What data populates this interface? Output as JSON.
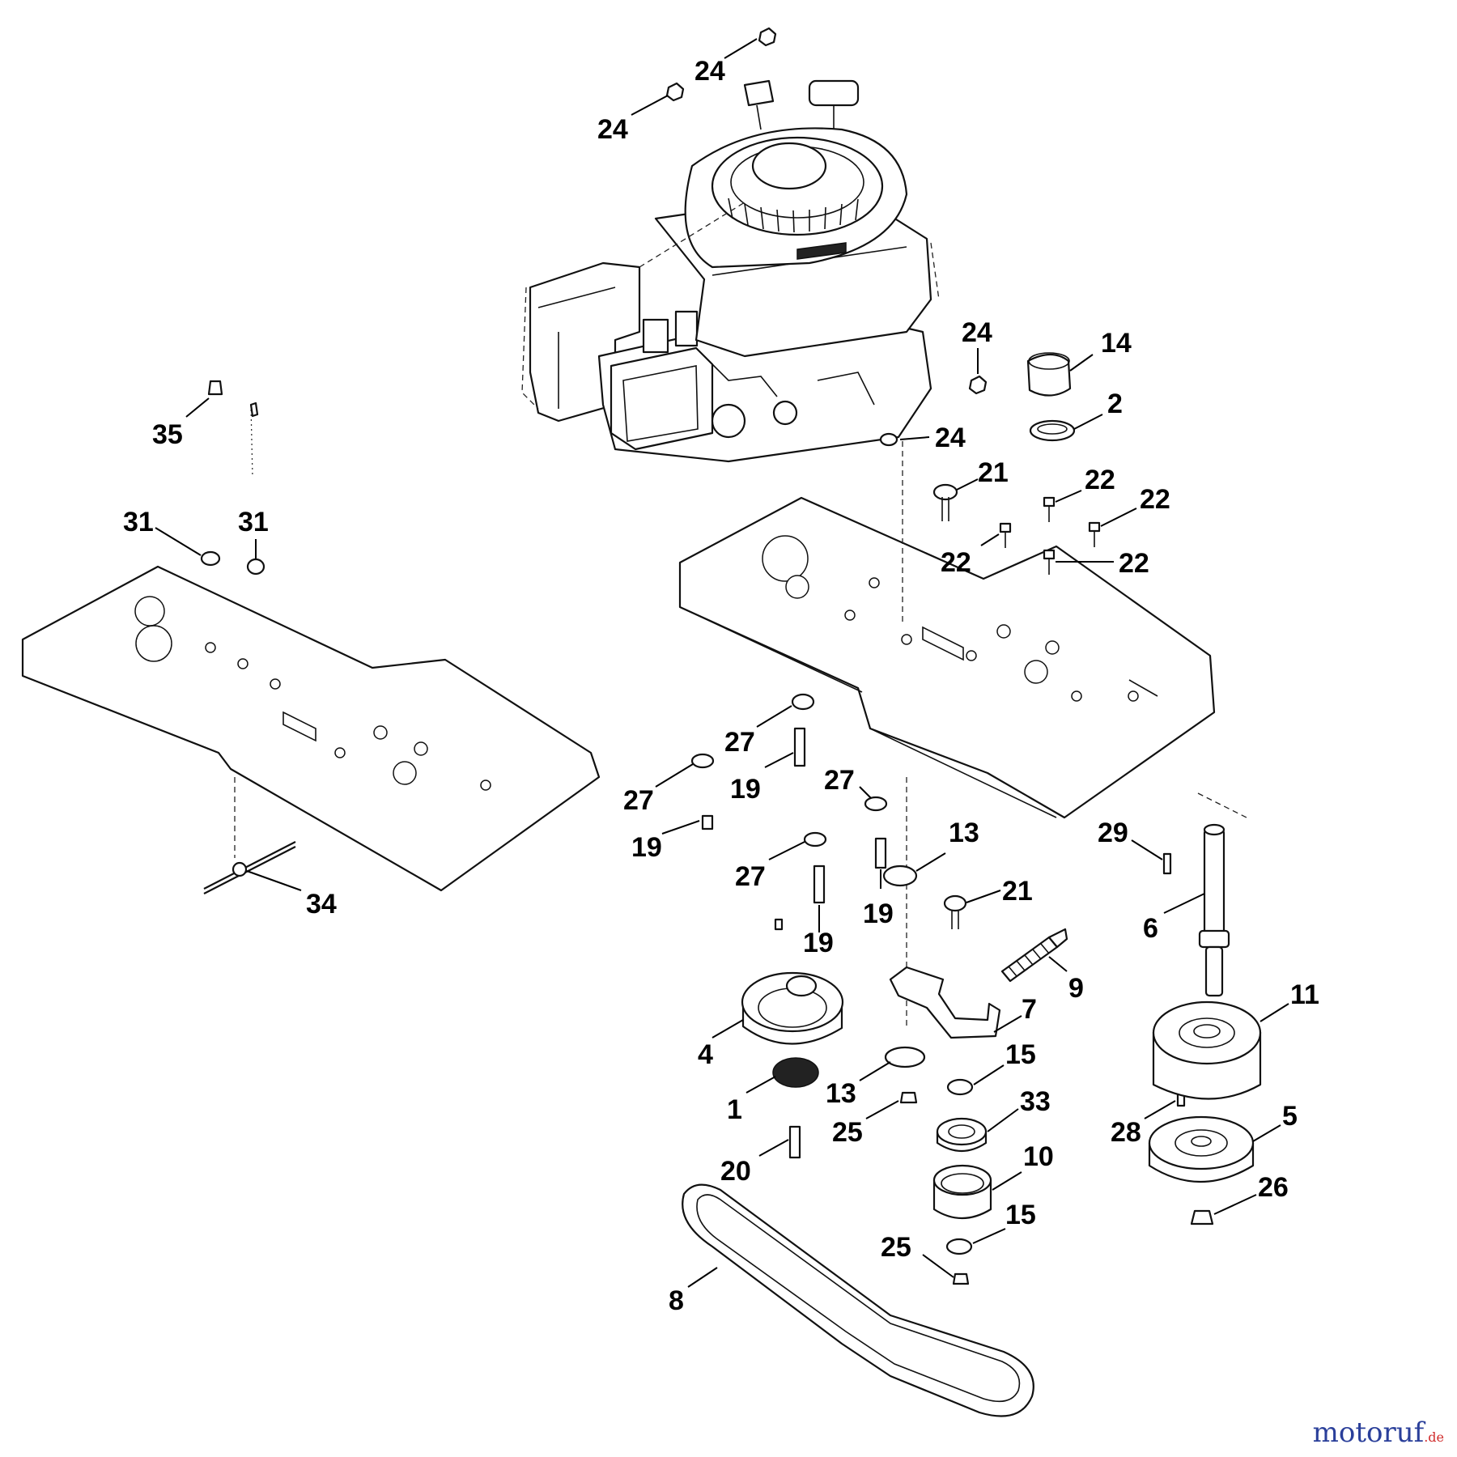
{
  "watermark": {
    "brand": "motoruf",
    "tld": ".de"
  },
  "callouts": [
    {
      "label": "24"
    },
    {
      "label": "24"
    },
    {
      "label": "24"
    },
    {
      "label": "24"
    },
    {
      "label": "14"
    },
    {
      "label": "2"
    },
    {
      "label": "21"
    },
    {
      "label": "22"
    },
    {
      "label": "22"
    },
    {
      "label": "22"
    },
    {
      "label": "22"
    },
    {
      "label": "35"
    },
    {
      "label": "31"
    },
    {
      "label": "31"
    },
    {
      "label": "27"
    },
    {
      "label": "27"
    },
    {
      "label": "27"
    },
    {
      "label": "27"
    },
    {
      "label": "19"
    },
    {
      "label": "19"
    },
    {
      "label": "19"
    },
    {
      "label": "19"
    },
    {
      "label": "13"
    },
    {
      "label": "13"
    },
    {
      "label": "21"
    },
    {
      "label": "29"
    },
    {
      "label": "6"
    },
    {
      "label": "34"
    },
    {
      "label": "9"
    },
    {
      "label": "7"
    },
    {
      "label": "11"
    },
    {
      "label": "4"
    },
    {
      "label": "15"
    },
    {
      "label": "15"
    },
    {
      "label": "1"
    },
    {
      "label": "25"
    },
    {
      "label": "25"
    },
    {
      "label": "33"
    },
    {
      "label": "28"
    },
    {
      "label": "5"
    },
    {
      "label": "20"
    },
    {
      "label": "10"
    },
    {
      "label": "26"
    },
    {
      "label": "8"
    }
  ]
}
